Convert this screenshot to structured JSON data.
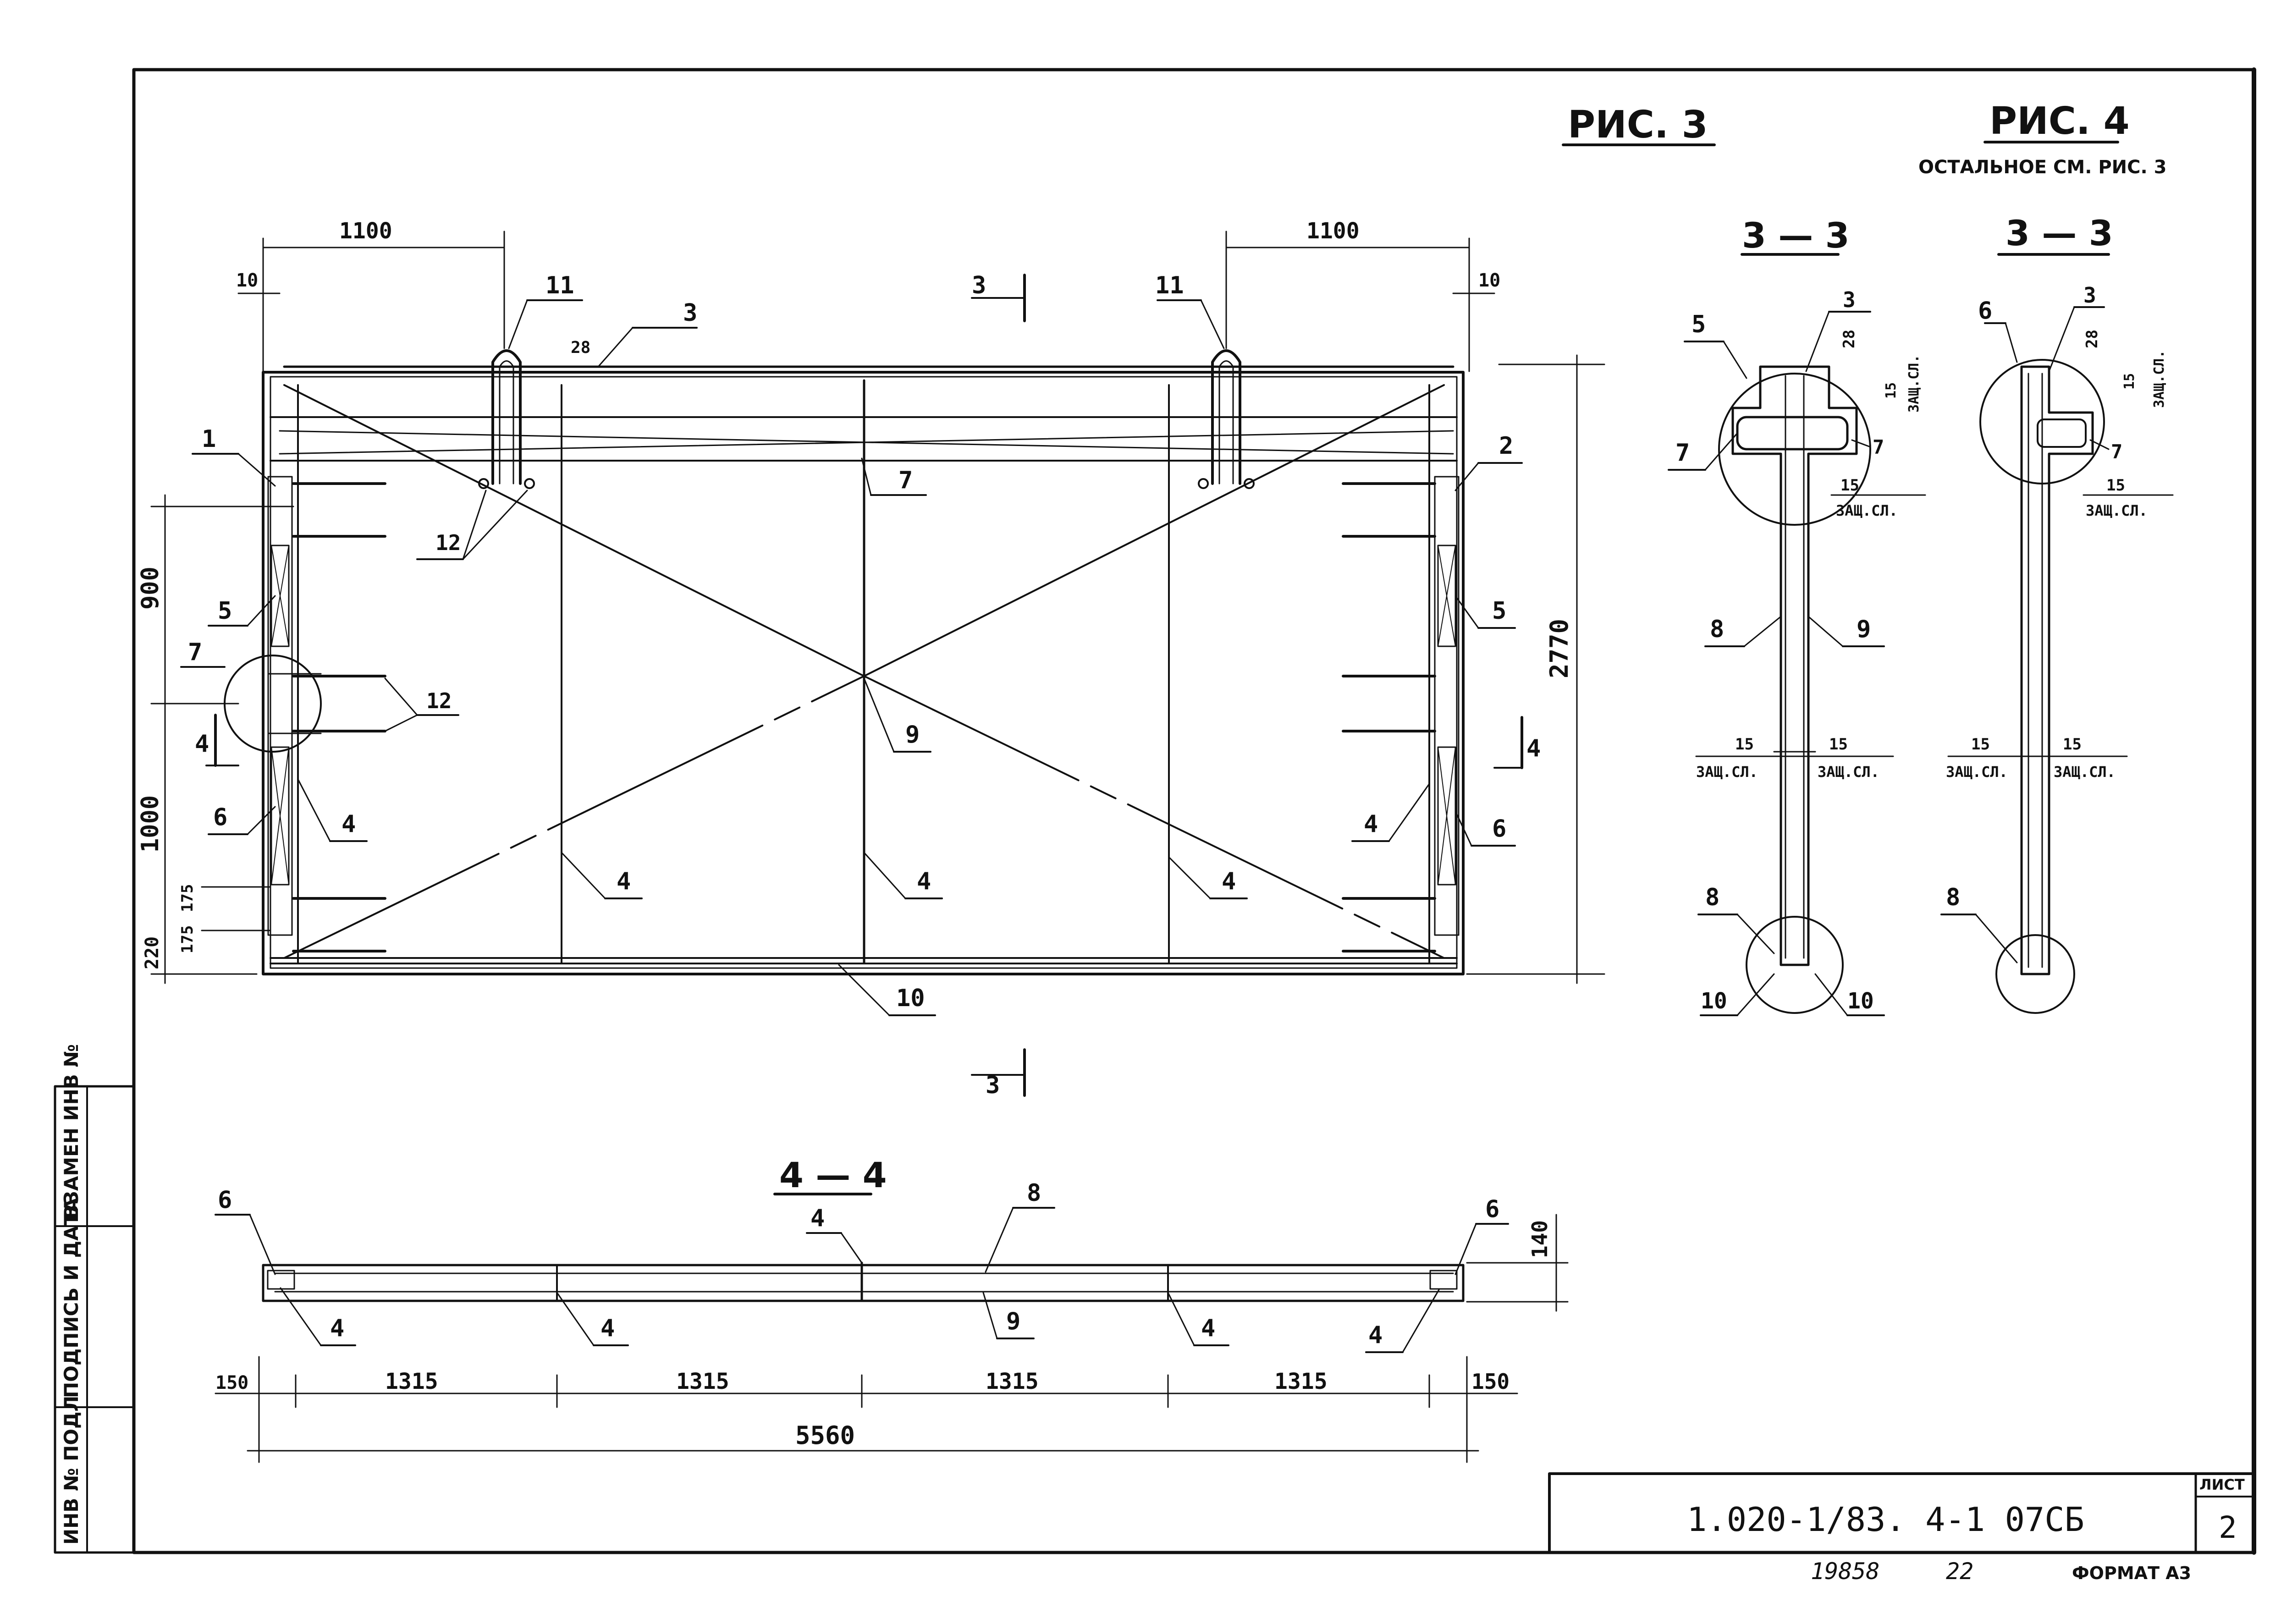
{
  "figures": {
    "fig3_title": "РИС. 3",
    "fig4_title": "РИС. 4",
    "fig4_note": "ОСТАЛЬНОЕ СМ. РИС. 3"
  },
  "section_labels": {
    "sec33_a": "3 — 3",
    "sec33_b": "3 — 3",
    "sec44": "4 — 4",
    "cut3": "3",
    "cut4": "4"
  },
  "dimensions": {
    "top_left_1100": "1100",
    "top_right_1100": "1100",
    "offset_10": "10",
    "d28": "28",
    "d15": "15",
    "d900": "900",
    "d1000": "1000",
    "d220": "220",
    "d175": "175",
    "d2770": "2770",
    "d140": "140",
    "d150": "150",
    "d1315": "1315",
    "d5560": "5560",
    "zasch": "ЗАЩ.СЛ."
  },
  "callouts": [
    "1",
    "2",
    "3",
    "4",
    "5",
    "6",
    "7",
    "8",
    "9",
    "10",
    "11",
    "12"
  ],
  "side_stamp": {
    "col1": "ИНВ № ПОДЛ",
    "col2": "ПОДПИСЬ И ДАТА",
    "col3": "ВЗАМЕН ИНВ №"
  },
  "title_block": {
    "code": "1.020-1/83. 4-1 07СБ",
    "sheet_label": "ЛИСТ",
    "sheet_no": "2",
    "inv_no": "19858",
    "inv_sub": "22",
    "format": "ФОРМАТ А3"
  }
}
